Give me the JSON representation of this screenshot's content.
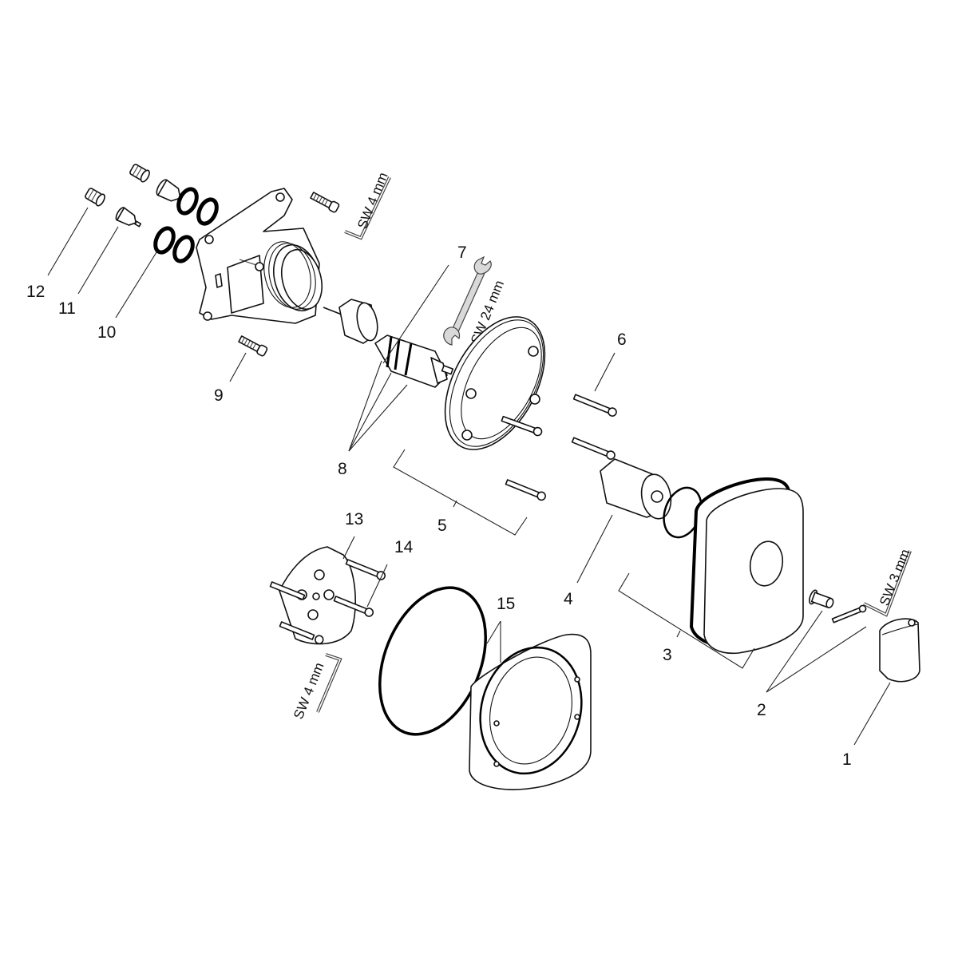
{
  "diagram": {
    "type": "exploded-parts-view",
    "background": "#ffffff",
    "line_color": "#111111",
    "callouts": [
      {
        "id": "1",
        "label": "1",
        "part": "handle-knob"
      },
      {
        "id": "2",
        "label": "2",
        "part": "spindle-extension-and-screw"
      },
      {
        "id": "3",
        "label": "3",
        "part": "square-cover-plate-with-seal"
      },
      {
        "id": "4",
        "label": "4",
        "part": "cylindrical-sleeve"
      },
      {
        "id": "5",
        "label": "5",
        "part": "oval-mounting-rosette-with-screws"
      },
      {
        "id": "6",
        "label": "6",
        "part": "long-screws"
      },
      {
        "id": "7",
        "label": "7",
        "part": "cartridge-housing-cap"
      },
      {
        "id": "8",
        "label": "8",
        "part": "thermostatic-cartridge"
      },
      {
        "id": "9",
        "label": "9",
        "part": "socket-head-screw"
      },
      {
        "id": "10",
        "label": "10",
        "part": "o-rings"
      },
      {
        "id": "11",
        "label": "11",
        "part": "check-valves"
      },
      {
        "id": "12",
        "label": "12",
        "part": "strainers"
      },
      {
        "id": "13",
        "label": "13",
        "part": "installation-aid-body"
      },
      {
        "id": "14",
        "label": "14",
        "part": "installation-aid-screws"
      },
      {
        "id": "15",
        "label": "15",
        "part": "extension-frame-with-large-o-ring"
      }
    ],
    "tools": [
      {
        "id": "hex-key-4-top",
        "label": "SW 4 mm",
        "icon": "hex-key-icon"
      },
      {
        "id": "wrench-24",
        "label": "SW 24 mm",
        "icon": "open-end-wrench-icon"
      },
      {
        "id": "hex-key-3",
        "label": "SW 3 mm",
        "icon": "hex-key-icon"
      },
      {
        "id": "hex-key-4-bottom",
        "label": "SW 4 mm",
        "icon": "hex-key-icon"
      }
    ]
  }
}
